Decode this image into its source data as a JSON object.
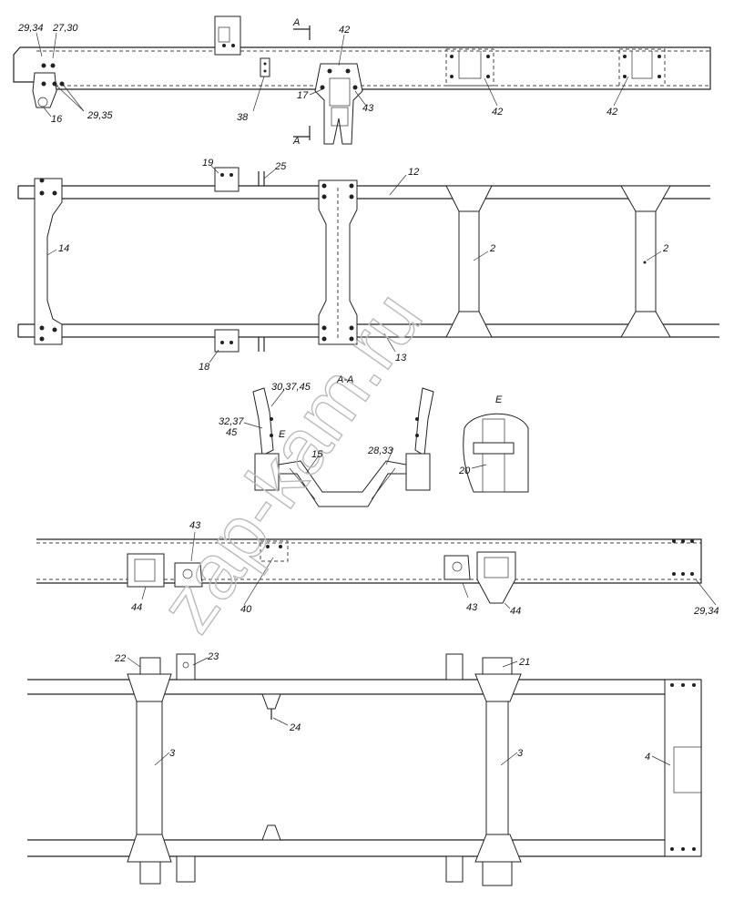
{
  "watermark": "zap-kam.ru",
  "labels": {
    "l_29_34_top": "29,34",
    "l_27_30": "27,30",
    "l_16": "16",
    "l_29_35": "29,35",
    "l_A_top": "A",
    "l_A_bottom": "A",
    "l_42_a": "42",
    "l_42_b": "42",
    "l_42_c": "42",
    "l_17": "17",
    "l_43_top": "43",
    "l_38": "38",
    "l_19": "19",
    "l_25": "25",
    "l_12": "12",
    "l_14": "14",
    "l_2_a": "2",
    "l_2_b": "2",
    "l_18": "18",
    "l_13": "13",
    "l_section": "A-A",
    "l_30_37_45": "30,37,45",
    "l_32_37": "32,37",
    "l_45": "45",
    "l_E_a": "E",
    "l_15": "15",
    "l_28_33": "28,33",
    "l_E_b": "E",
    "l_20": "20",
    "l_43_mid": "43",
    "l_44_a": "44",
    "l_40": "40",
    "l_43_mid2": "43",
    "l_44_b": "44",
    "l_29_34_mid": "29,34",
    "l_22": "22",
    "l_23": "23",
    "l_21": "21",
    "l_24": "24",
    "l_3_a": "3",
    "l_3_b": "3",
    "l_4": "4"
  }
}
